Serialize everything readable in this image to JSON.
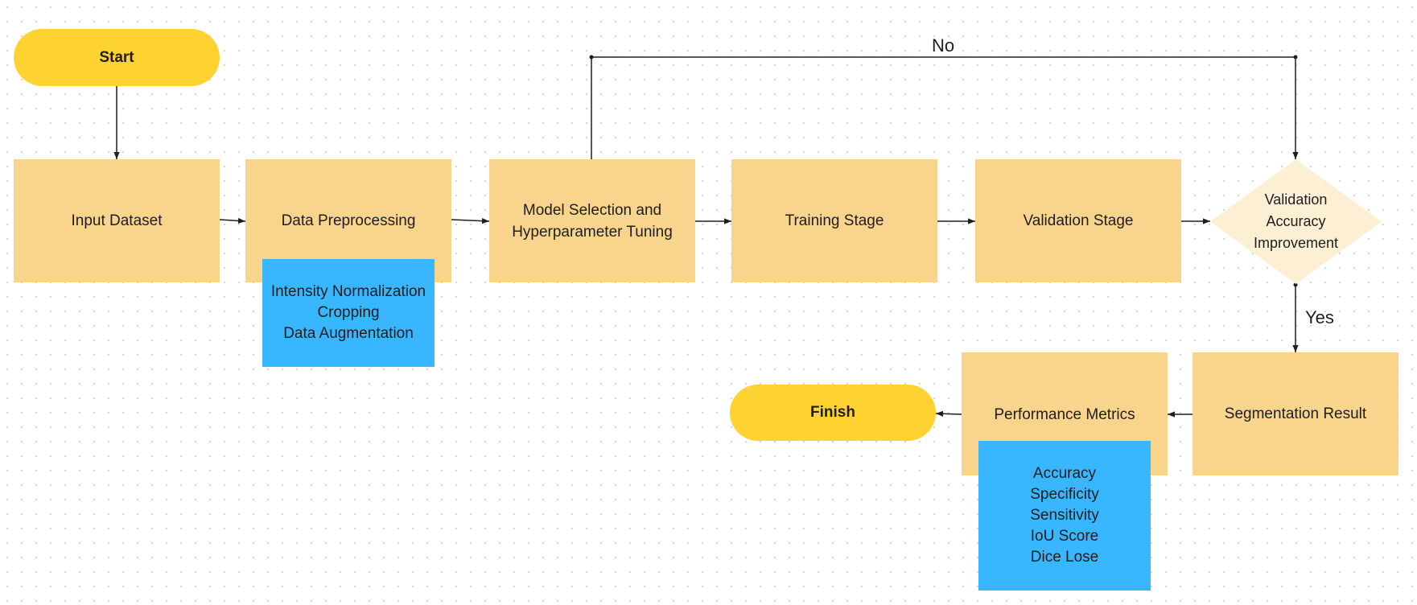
{
  "nodes": {
    "start": "Start",
    "input_dataset": "Input Dataset",
    "data_preprocessing": "Data Preprocessing",
    "preprocessing_steps": [
      "Intensity Normalization",
      "Cropping",
      "Data Augmentation"
    ],
    "model_selection_line1": "Model Selection and",
    "model_selection_line2": "Hyperparameter Tuning",
    "training_stage": "Training Stage",
    "validation_stage": "Validation Stage",
    "decision_line1": "Validation",
    "decision_line2": "Accuracy",
    "decision_line3": "Improvement",
    "segmentation_result": "Segmentation Result",
    "performance_metrics": "Performance Metrics",
    "metrics": [
      "Accuracy",
      "Specificity",
      "Sensitivity",
      "IoU Score",
      "Dice Lose"
    ],
    "finish": "Finish"
  },
  "edge_labels": {
    "no": "No",
    "yes": "Yes"
  },
  "colors": {
    "process": "#f8d48c",
    "terminal": "#fed230",
    "note": "#38b6ff",
    "decision": "#fdefd3",
    "line": "#1e1e1e"
  }
}
